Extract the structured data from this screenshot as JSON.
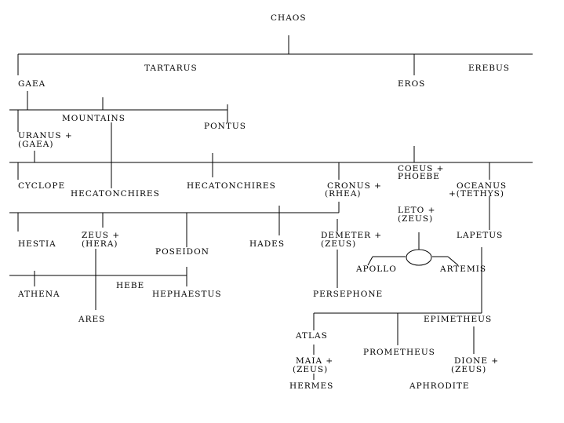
{
  "nodes": {
    "chaos": "CHAOS",
    "tartarus": "TARTARUS",
    "erebus": "EREBUS",
    "gaea": "GAEA",
    "eros": "EROS",
    "mountains": "MOUNTAINS",
    "pontus": "PONTUS",
    "uranus_1": "URANUS +",
    "uranus_2": "(GAEA)",
    "coeus_1": "COEUS +",
    "coeus_2": "PHOEBE",
    "cyclope": "CYCLOPE",
    "hecatonchires_left": "HECATONCHIRES",
    "hecatonchires_mid": "HECATONCHIRES",
    "cronus_1": "CRONUS +",
    "cronus_2": "(RHEA)",
    "oceanus_1": "OCEANUS",
    "oceanus_2": "+(TETHYS)",
    "leto_1": "LETO +",
    "leto_2": "(ZEUS)",
    "hestia": "HESTIA",
    "zeus_1": "ZEUS +",
    "zeus_2": "(HERA)",
    "poseidon": "POSEIDON",
    "hades": "HADES",
    "demeter_1": "DEMETER +",
    "demeter_2": "(ZEUS)",
    "lapetus": "LAPETUS",
    "apollo": "APOLLO",
    "artemis": "ARTEMIS",
    "hebe": "HEBE",
    "athena": "ATHENA",
    "hephaestus": "HEPHAESTUS",
    "persephone": "PERSEPHONE",
    "ares": "ARES",
    "epimetheus": "EPIMETHEUS",
    "atlas": "ATLAS",
    "prometheus": "PROMETHEUS",
    "maia_1": "MAIA +",
    "maia_2": "(ZEUS)",
    "dione_1": "DIONE +",
    "dione_2": "(ZEUS)",
    "hermes": "HERMES",
    "aphrodite": "APHRODITE"
  }
}
